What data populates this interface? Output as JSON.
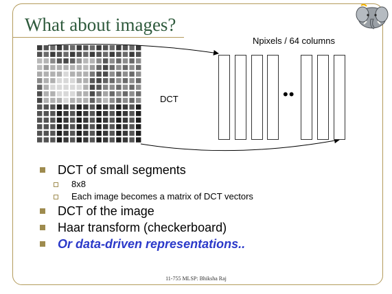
{
  "slide": {
    "title": "What about images?",
    "columns_label": "Npixels / 64 columns",
    "dct_label": "DCT",
    "bullets": [
      {
        "level": 1,
        "text": "DCT of small segments"
      },
      {
        "level": 2,
        "text": "8x8"
      },
      {
        "level": 2,
        "text": "Each image becomes a matrix of DCT vectors"
      },
      {
        "level": 1,
        "text": "DCT of the image"
      },
      {
        "level": 1,
        "text": "Haar transform (checkerboard)"
      },
      {
        "level": 1,
        "text": "Or data-driven representations..",
        "emphasis": true
      }
    ],
    "footer": "11-755 MLSP: Bhiksha Raj",
    "colors": {
      "title": "#2e5a3c",
      "frame": "#b39a5a",
      "bullet_marker": "#9e8b4e",
      "emphasis_text": "#2b39c9"
    },
    "icons": [
      "elephant-mascot-icon"
    ]
  }
}
